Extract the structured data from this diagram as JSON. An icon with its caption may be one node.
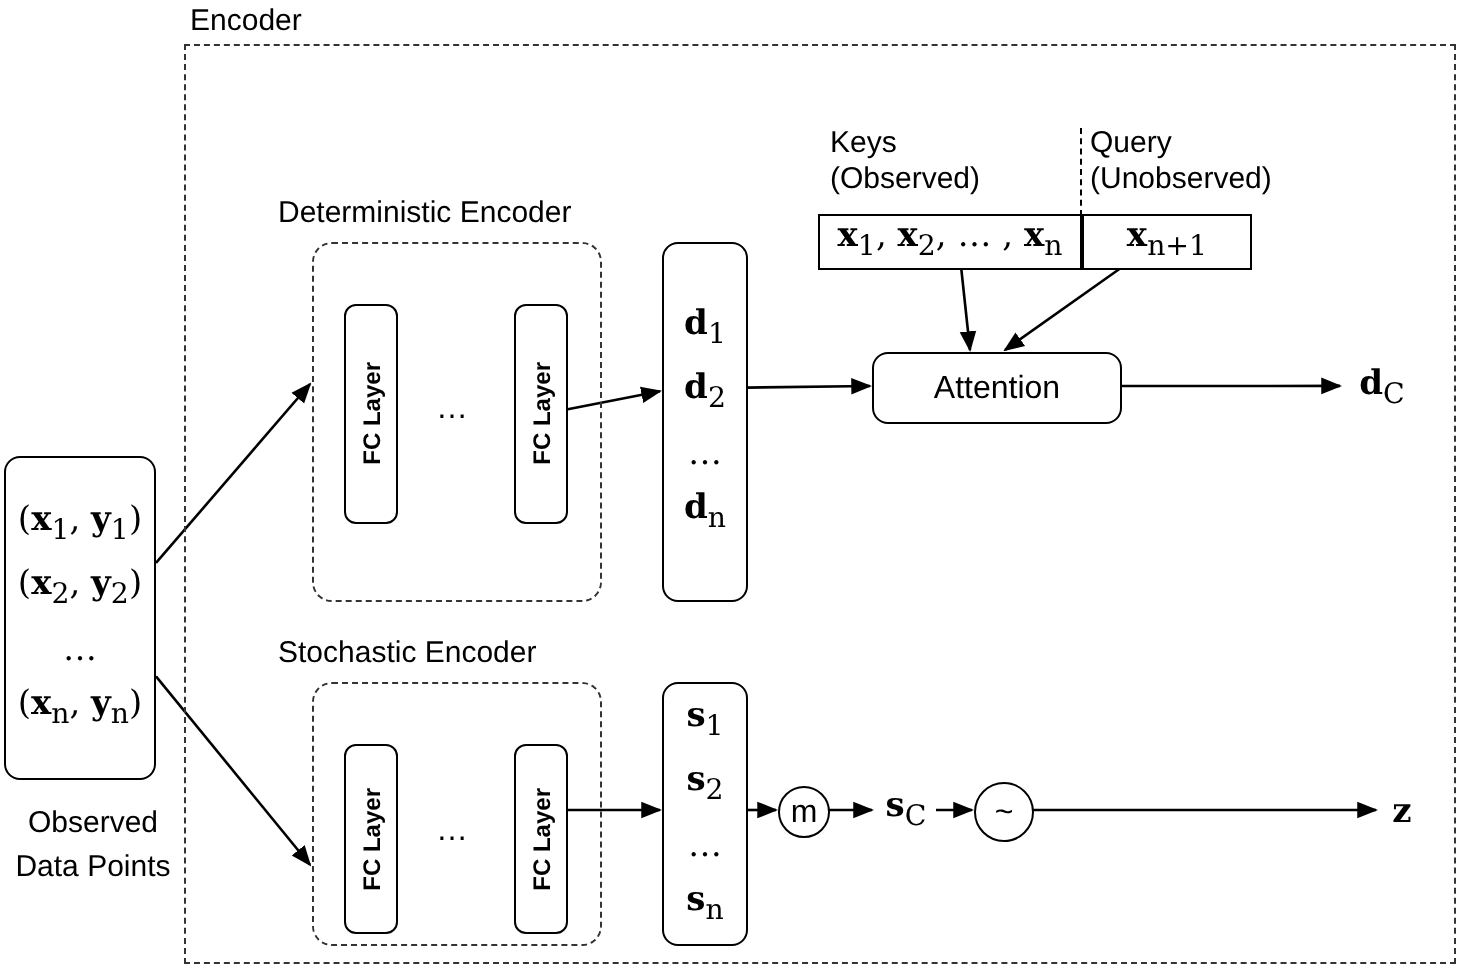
{
  "diagram": {
    "nodes": [
      {
        "text": [
          "(**x**$_{1}$, **y**$_{1}$)",
          "(**x**$_{2}$, **y**$_{2}$)",
          "…",
          "(**x**$_{n}$, **y**$_{n}$)"
        ],
        "beside": [
          "Observed Data Points"
        ]
      },
      {
        "text": [
          "Encoder"
        ]
      },
      {
        "text": [
          "Deterministic Encoder"
        ],
        "in": 1
      },
      {
        "text": [
          "FC Layer"
        ],
        "in": 2
      },
      {
        "text": [
          "FC Layer"
        ],
        "in": 2
      },
      {
        "text": [
          "**d**$_{1}$",
          "**d**$_{2}$",
          "…",
          "**d**$_{n}$"
        ],
        "in": 1
      },
      {
        "text": [
          "Keys (Observed)",
          "**x**$_{1}$, **x**$_{2}$, … , **x**$_{n}$"
        ],
        "in": 1
      },
      {
        "text": [
          "Query (Unobserved)",
          "**x**$_{n+1}$"
        ],
        "in": 1
      },
      {
        "text": [
          "Attention"
        ],
        "in": 1
      },
      {
        "text": [
          "Stochastic Encoder"
        ],
        "in": 1
      },
      {
        "text": [
          "FC Layer"
        ],
        "in": 9
      },
      {
        "text": [
          "FC Layer"
        ],
        "in": 9
      },
      {
        "text": [
          "**s**$_{1}$",
          "**s**$_{2}$",
          "…",
          "**s**$_{n}$"
        ],
        "in": 1
      },
      {
        "text": [
          "m"
        ],
        "in": 1
      },
      {
        "text": [
          "**s**$_{C}$"
        ],
        "in": 1
      },
      {
        "text": [
          "~"
        ],
        "in": 1
      },
      {
        "text": [
          "**d**$_{C}$"
        ],
        "in": 1
      },
      {
        "text": [
          "**z**"
        ],
        "in": 1
      }
    ],
    "edges": [
      {
        "from": 0,
        "to": 2,
        "arrow": "to"
      },
      {
        "from": 0,
        "to": 9,
        "arrow": "to"
      },
      {
        "from": 4,
        "to": 5,
        "arrow": "to"
      },
      {
        "from": 5,
        "to": 8,
        "arrow": "to"
      },
      {
        "from": 6,
        "to": 8,
        "arrow": "to"
      },
      {
        "from": 7,
        "to": 8,
        "arrow": "to"
      },
      {
        "from": 8,
        "to": 16,
        "arrow": "to"
      },
      {
        "from": 11,
        "to": 12,
        "arrow": "to"
      },
      {
        "from": 12,
        "to": 13,
        "arrow": "to"
      },
      {
        "from": 13,
        "to": 14,
        "arrow": "to"
      },
      {
        "from": 14,
        "to": 15,
        "arrow": "to"
      },
      {
        "from": 15,
        "to": 17,
        "arrow": "to"
      }
    ],
    "labels": [
      "…",
      "…"
    ]
  }
}
